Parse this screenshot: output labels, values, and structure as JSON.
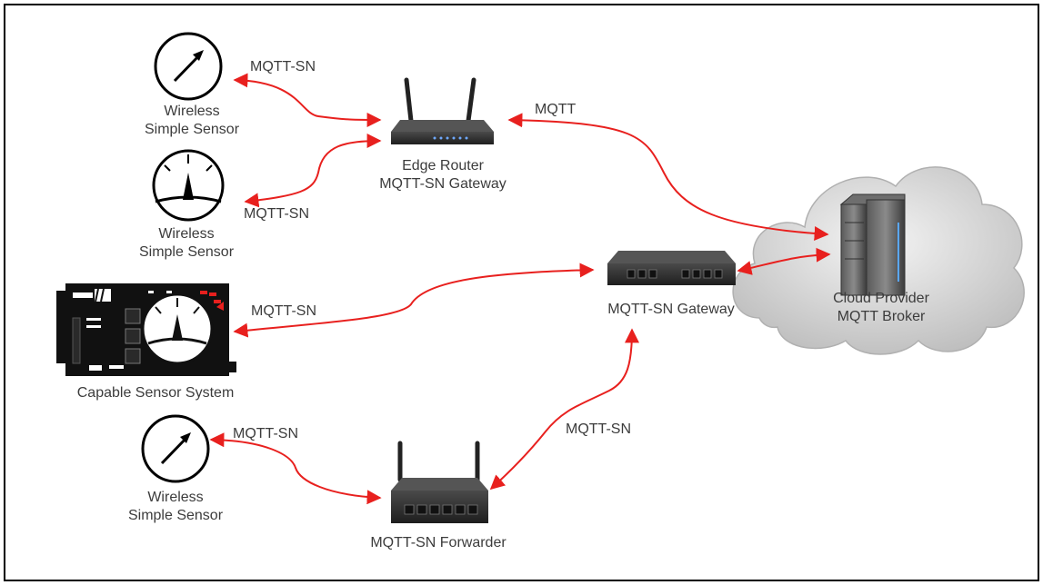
{
  "nodes": {
    "sensor_top": {
      "line1": "Wireless",
      "line2": "Simple Sensor",
      "icon": "gauge-needle-icon"
    },
    "sensor_mid": {
      "line1": "Wireless",
      "line2": "Simple Sensor",
      "icon": "dial-gauge-icon"
    },
    "sensor_bottom": {
      "line1": "Wireless",
      "line2": "Simple Sensor",
      "icon": "gauge-needle-icon"
    },
    "edge_router": {
      "line1": "Edge Router",
      "line2": "MQTT-SN Gateway",
      "icon": "router-icon"
    },
    "gateway": {
      "line1": "MQTT-SN Gateway",
      "icon": "switch-icon"
    },
    "capable_system": {
      "line1": "Capable Sensor System",
      "icon": "sensor-panel-icon"
    },
    "forwarder": {
      "line1": "MQTT-SN Forwarder",
      "icon": "router-icon"
    },
    "cloud_broker": {
      "line1": "Cloud Provider",
      "line2": "MQTT Broker",
      "icon": "server-in-cloud-icon"
    }
  },
  "links": {
    "sensor_top_router": "MQTT-SN",
    "sensor_mid_router": "MQTT-SN",
    "router_cloud": "MQTT",
    "capable_gateway": "MQTT-SN",
    "sensor_bottom_forwarder": "MQTT-SN",
    "forwarder_gateway": "MQTT-SN"
  },
  "colors": {
    "link": "#e8201e",
    "frame": "#000000",
    "text": "#3c3c3c",
    "cloud": "#bdbdbd",
    "device": "#2e2e2e"
  }
}
